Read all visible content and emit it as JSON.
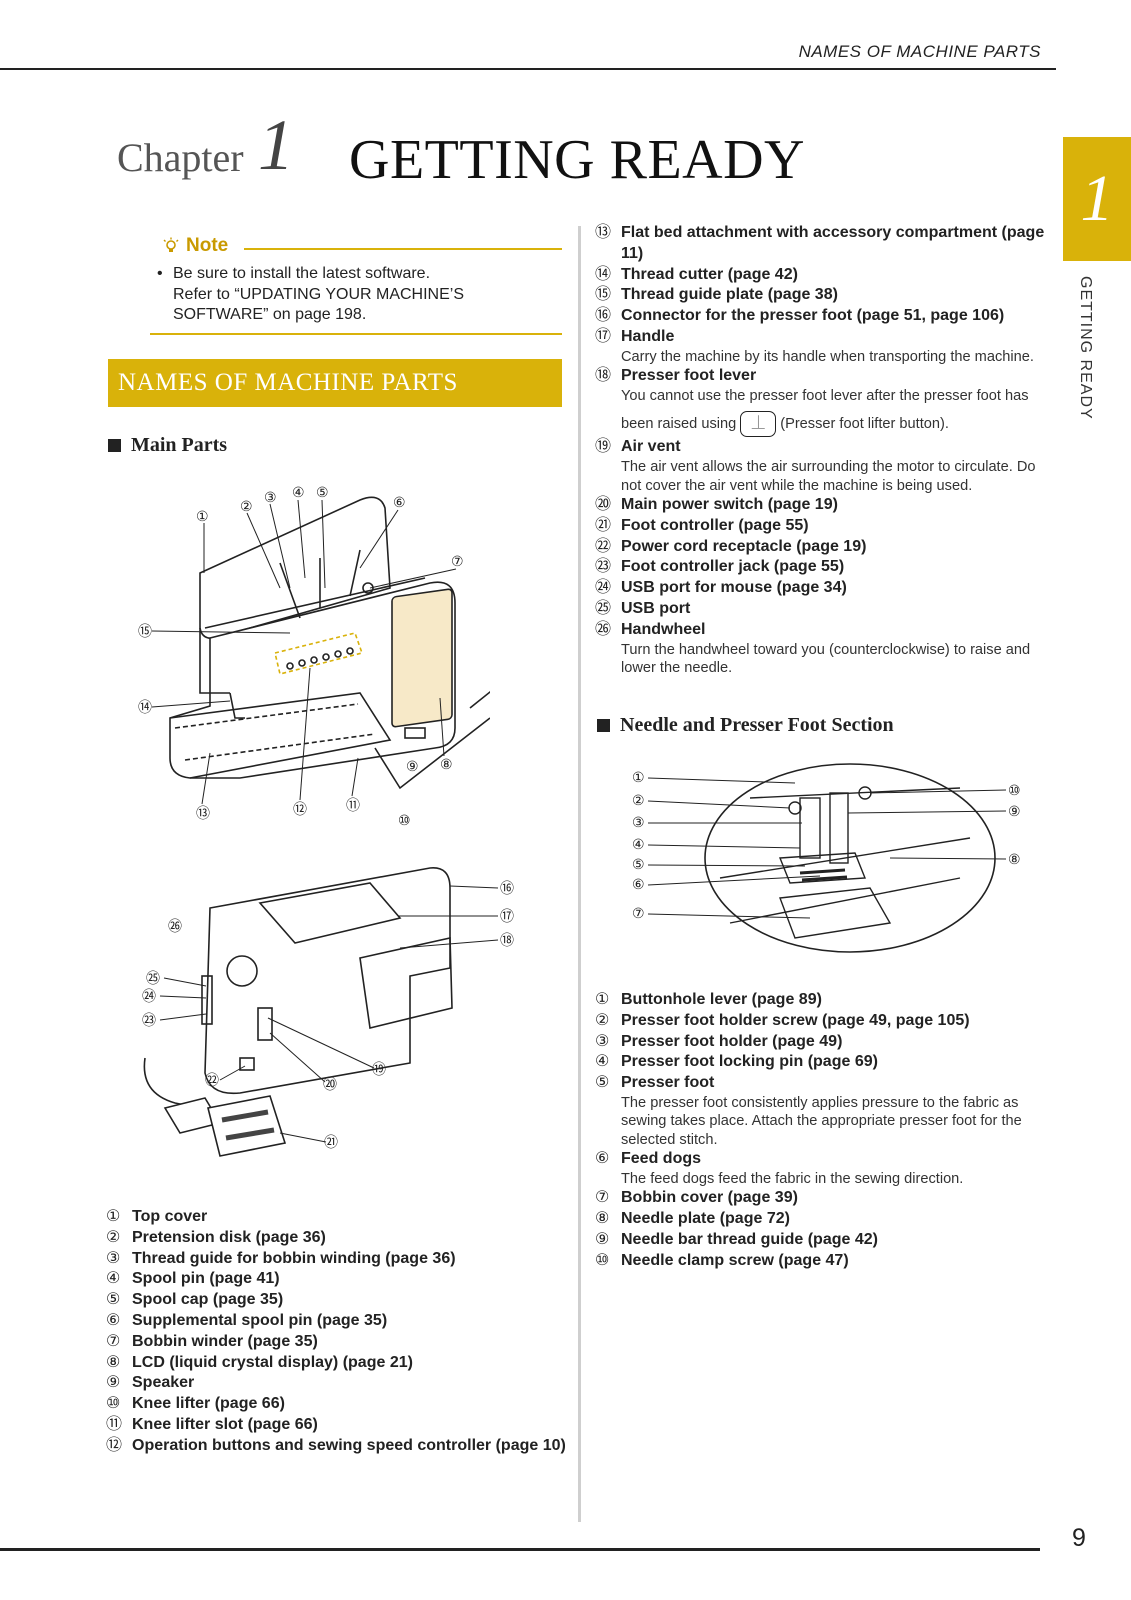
{
  "header": {
    "running_head": "NAMES OF MACHINE PARTS"
  },
  "chapter": {
    "word": "Chapter",
    "number": "1",
    "title": "GETTING READY"
  },
  "side_tab": {
    "number": "1",
    "label": "GETTING READY"
  },
  "note": {
    "heading": "Note",
    "bullet": "•",
    "lines": [
      "Be sure to install the latest software.",
      "Refer to “UPDATING YOUR MACHINE’S",
      "SOFTWARE” on page 198."
    ]
  },
  "section": {
    "title": "NAMES OF MACHINE PARTS"
  },
  "subsections": {
    "main_parts": "Main Parts",
    "needle_section": "Needle and Presser Foot Section"
  },
  "main_parts": [
    {
      "num": "①",
      "label": "Top cover"
    },
    {
      "num": "②",
      "label": "Pretension disk (page 36)"
    },
    {
      "num": "③",
      "label": "Thread guide for bobbin winding (page 36)"
    },
    {
      "num": "④",
      "label": "Spool pin (page 41)"
    },
    {
      "num": "⑤",
      "label": "Spool cap (page 35)"
    },
    {
      "num": "⑥",
      "label": "Supplemental spool pin (page 35)"
    },
    {
      "num": "⑦",
      "label": "Bobbin winder (page 35)"
    },
    {
      "num": "⑧",
      "label": "LCD (liquid crystal display) (page 21)"
    },
    {
      "num": "⑨",
      "label": "Speaker"
    },
    {
      "num": "⑩",
      "label": "Knee lifter (page 66)"
    },
    {
      "num": "⑪",
      "label": "Knee lifter slot (page 66)"
    },
    {
      "num": "⑫",
      "label": "Operation buttons and sewing speed controller (page 10)"
    }
  ],
  "main_parts_cont": [
    {
      "num": "⑬",
      "label": "Flat bed attachment with accessory compartment (page 11)",
      "desc": ""
    },
    {
      "num": "⑭",
      "label": "Thread cutter (page 42)",
      "desc": ""
    },
    {
      "num": "⑮",
      "label": "Thread guide plate (page 38)",
      "desc": ""
    },
    {
      "num": "⑯",
      "label": "Connector for the presser foot (page 51, page 106)",
      "desc": ""
    },
    {
      "num": "⑰",
      "label": "Handle",
      "desc": "Carry the machine by its handle when transporting the machine."
    },
    {
      "num": "⑱",
      "label": "Presser foot lever",
      "desc": "You cannot use the presser foot lever after the presser foot has",
      "desc2": "been raised using",
      "desc3": "(Presser foot lifter button)."
    },
    {
      "num": "⑲",
      "label": "Air vent",
      "desc": "The air vent allows the air surrounding the motor to circulate. Do not cover the air vent while the machine is being used."
    },
    {
      "num": "⑳",
      "label": "Main power switch (page 19)",
      "desc": ""
    },
    {
      "num": "㉑",
      "label": "Foot controller (page 55)",
      "desc": ""
    },
    {
      "num": "㉒",
      "label": "Power cord receptacle (page 19)",
      "desc": ""
    },
    {
      "num": "㉓",
      "label": "Foot controller jack (page 55)",
      "desc": ""
    },
    {
      "num": "㉔",
      "label": "USB port for mouse (page 34)",
      "desc": ""
    },
    {
      "num": "㉕",
      "label": "USB port",
      "desc": ""
    },
    {
      "num": "㉖",
      "label": "Handwheel",
      "desc": "Turn the handwheel toward you (counterclockwise) to raise and lower the needle."
    }
  ],
  "needle_parts": [
    {
      "num": "①",
      "label": "Buttonhole lever (page 89)",
      "desc": ""
    },
    {
      "num": "②",
      "label": "Presser foot holder screw (page 49, page 105)",
      "desc": ""
    },
    {
      "num": "③",
      "label": "Presser foot holder (page 49)",
      "desc": ""
    },
    {
      "num": "④",
      "label": "Presser foot locking pin (page 69)",
      "desc": ""
    },
    {
      "num": "⑤",
      "label": "Presser foot",
      "desc": "The presser foot consistently applies pressure to the fabric as sewing takes place. Attach the appropriate presser foot for the selected stitch."
    },
    {
      "num": "⑥",
      "label": "Feed dogs",
      "desc": "The feed dogs feed the fabric in the sewing direction."
    },
    {
      "num": "⑦",
      "label": "Bobbin cover (page 39)",
      "desc": ""
    },
    {
      "num": "⑧",
      "label": "Needle plate (page 72)",
      "desc": ""
    },
    {
      "num": "⑨",
      "label": "Needle bar thread guide (page 42)",
      "desc": ""
    },
    {
      "num": "⑩",
      "label": "Needle clamp screw (page 47)",
      "desc": ""
    }
  ],
  "page_number": "9"
}
